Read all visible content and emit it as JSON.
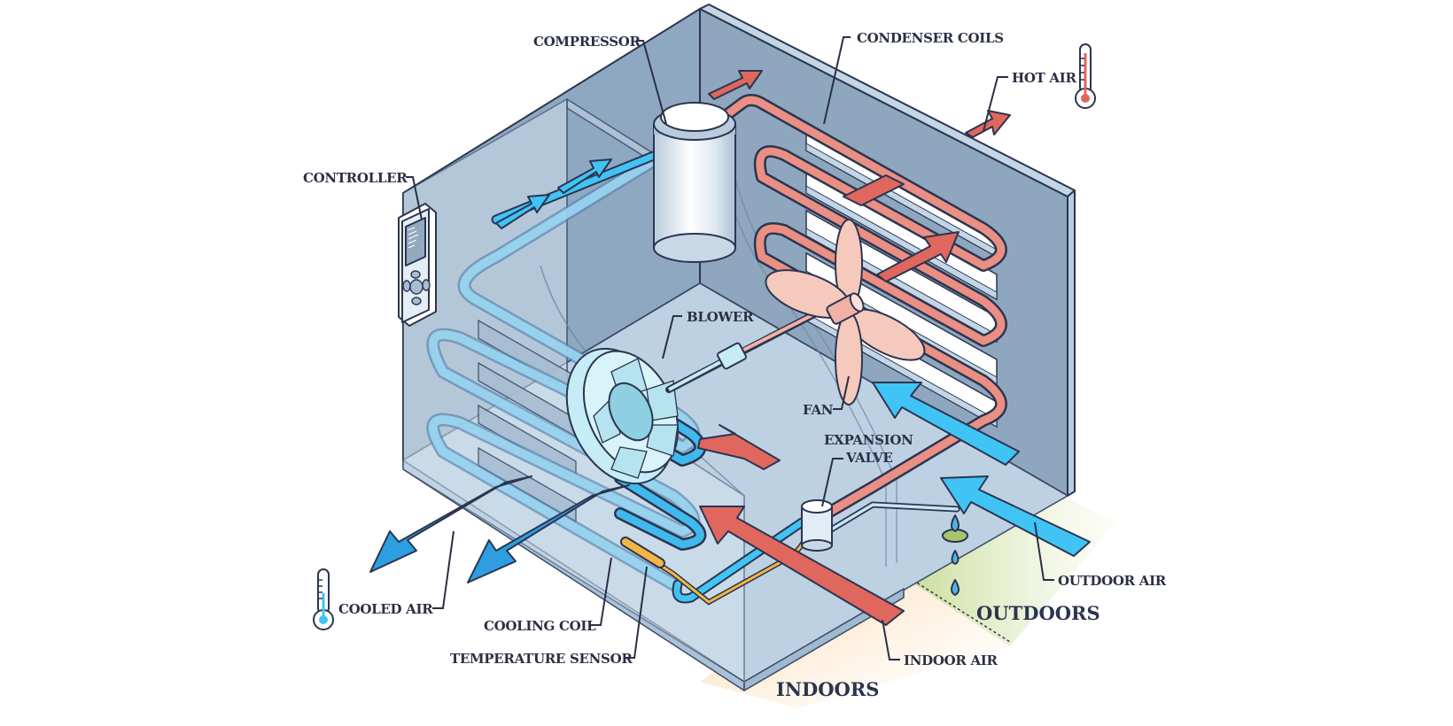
{
  "diagram": {
    "title": "Air conditioner working principle",
    "colors": {
      "outline": "#2b3550",
      "wall_dark": "#8ea7c0",
      "wall_light": "#c3d6e6",
      "hot": "#e0675e",
      "hot_pipe": "#ea8f84",
      "cold_arrow": "#2d9ee0",
      "cold_light": "#40c4f5",
      "cold_pipe": "#8fd7f4",
      "sensor": "#f4b544",
      "fan": "#f6c9bd",
      "indoors_zone": "#fcd9a8",
      "outdoors_zone": "#c8d98a"
    },
    "labels": {
      "compressor": "COMPRESSOR",
      "condenser_coils": "CONDENSER COILS",
      "hot_air": "HOT AIR",
      "controller": "CONTROLLER",
      "blower": "BLOWER",
      "fan": "FAN",
      "expansion_valve_line1": "EXPANSION",
      "expansion_valve_line2": "VALVE",
      "outdoor_air": "OUTDOOR AIR",
      "indoor_air": "INDOOR AIR",
      "cooled_air": "COOLED AIR",
      "cooling_coil": "COOLING COIL",
      "temperature_sensor": "TEMPERATURE SENSOR"
    },
    "zones": {
      "indoors": "INDOORS",
      "outdoors": "OUTDOORS"
    },
    "icons": {
      "hot_thermometer": "thermometer-hot",
      "cold_thermometer": "thermometer-cold",
      "water_drops": "water-drop"
    }
  }
}
